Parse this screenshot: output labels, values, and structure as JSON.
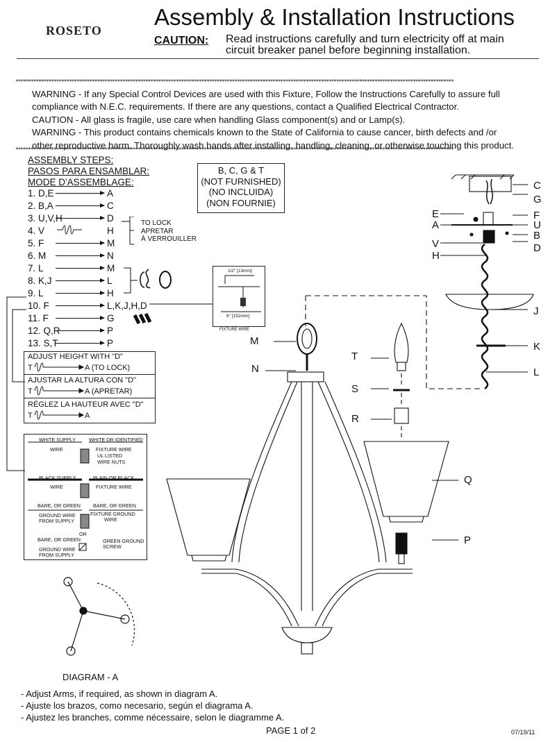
{
  "header": {
    "brand": "ROSETO",
    "title": "Assembly & Installation Instructions",
    "caution_label": "CAUTION:",
    "caution_line1": "Read instructions carefully and turn electricity off at main",
    "caution_line2": "circuit breaker panel before beginning installation."
  },
  "warnings": [
    "WARNING - If any Special Control Devices are used with this Fixture, Follow the Instructions Carefully to assure full",
    "compliance with N.E.C. requirements. If there are any questions, contact a Qualified Electrical Contractor.",
    "CAUTION - All glass is fragile, use care when handling Glass component(s) and or Lamp(s).",
    "WARNING - This product contains chemicals known to the State of California to cause cancer, birth defects and /or",
    "other reproductive harm.  Thoroughly wash hands after installing, handling, cleaning, or otherwise touching this product."
  ],
  "steps_headings": [
    "ASSEMBLY STEPS:",
    "PASOS PARA ENSAMBLAR:",
    "MODE D'ASSEMBLAGE:"
  ],
  "steps": [
    {
      "n": "1. D,E",
      "t": "A"
    },
    {
      "n": "2. B,A",
      "t": "C"
    },
    {
      "n": "3. U,V,H",
      "t": "D"
    },
    {
      "n": "4. V",
      "t": "H"
    },
    {
      "n": "5. F",
      "t": "M"
    },
    {
      "n": "6. M",
      "t": "N"
    },
    {
      "n": "7. L",
      "t": "M"
    },
    {
      "n": "8. K,J",
      "t": "L"
    },
    {
      "n": "9. L",
      "t": "H"
    },
    {
      "n": "10. F",
      "t": "L,K,J,H,D"
    },
    {
      "n": "11. F",
      "t": "G"
    },
    {
      "n": "12. Q,R",
      "t": "P"
    },
    {
      "n": "13. S,T",
      "t": "P"
    }
  ],
  "lock_note": [
    "TO LOCK",
    "APRETAR",
    "À VERROUILLER"
  ],
  "not_furnished": [
    "B, C, G & T",
    "(NOT FURNISHED)",
    "(NO INCLUIDA)",
    "(NON FOURNIE)"
  ],
  "fixture_wire": {
    "dim1": "1/2\" [13mm]",
    "dim2": "6\" [152mm]",
    "label": "FIXTURE WIRE"
  },
  "adjust": {
    "en_title": "ADJUST HEIGHT WITH \"D\"",
    "en_t": "T",
    "en_a": "A (TO LOCK)",
    "es_title": "AJUSTAR LA ALTURA CON \"D\"",
    "es_t": "T",
    "es_a": "A (APRETAR)",
    "fr_title": "RÉGLEZ LA HAUTEUR AVEC \"D\"",
    "fr_t": "T",
    "fr_a": "A"
  },
  "wiring": {
    "white_supply": "WHITE SUPPLY",
    "wire1": "WIRE",
    "white_identified": "WHITE OR IDENTIFIED",
    "fixture_wire1": "FIXTURE WIRE",
    "ul_listed": "UL LISTED",
    "wire_nuts": "WIRE NUTS",
    "black_supply": "BLACK SUPPLY",
    "wire2": "WIRE",
    "plain_black": "PLAIN OR BLACK",
    "fixture_wire2": "FIXTURE WIRE",
    "bare_green1": "BARE, OR GREEN",
    "ground_wire1": "GROUND WIRE",
    "from_supply1": "FROM SUPPLY",
    "bare_green2": "BARE, OR GREEN",
    "fixture_ground": "FIXTURE GROUND",
    "wire3": "WIRE",
    "or": "OR",
    "bare_green3": "BARE, OR GREEN",
    "ground_wire2": "GROUND WIRE",
    "from_supply2": "FROM SUPPLY",
    "green_ground": "GREEN GROUND",
    "screw": "SCREW"
  },
  "part_labels": {
    "C": "C",
    "G": "G",
    "E": "E",
    "F": "F",
    "A": "A",
    "U": "U",
    "B": "B",
    "V": "V",
    "D": "D",
    "H": "H",
    "J": "J",
    "K": "K",
    "L": "L",
    "M": "M",
    "N": "N",
    "T": "T",
    "S": "S",
    "R": "R",
    "Q": "Q",
    "P": "P"
  },
  "diagram_label": "DIAGRAM -  A",
  "instructions": [
    "- Adjust Arms, if required, as shown in diagram A.",
    "- Ajuste los brazos, como necesario, según el diagrama A.",
    "- Ajustez les branches, comme nécessaire, selon le diagramme A."
  ],
  "footer": {
    "page": "PAGE 1 of 2",
    "date": "07/19/11"
  }
}
